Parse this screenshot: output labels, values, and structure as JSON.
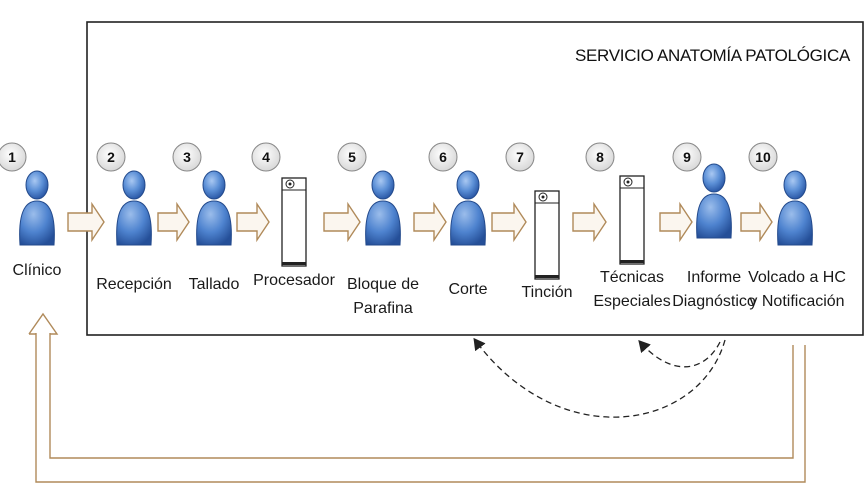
{
  "service_title": "SERVICIO ANATOMÍA PATOLÓGICA",
  "steps": [
    {
      "num": "1",
      "type": "person",
      "label": "Clínico"
    },
    {
      "num": "2",
      "type": "person",
      "label": "Recepción"
    },
    {
      "num": "3",
      "type": "person",
      "label": "Tallado"
    },
    {
      "num": "4",
      "type": "machine",
      "label": "Procesador"
    },
    {
      "num": "5",
      "type": "person",
      "label": "Bloque de\nParafina"
    },
    {
      "num": "6",
      "type": "person",
      "label": "Corte"
    },
    {
      "num": "7",
      "type": "machine",
      "label": "Tinción"
    },
    {
      "num": "8",
      "type": "machine",
      "label": "Técnicas\nEspeciales"
    },
    {
      "num": "9",
      "type": "person",
      "label": "Informe\nDiagnóstico"
    },
    {
      "num": "10",
      "type": "person",
      "label": "Volcado a HC\ny Notificación"
    }
  ],
  "colors": {
    "person_fill": "#5b8fd6",
    "person_dark": "#2c5aa8",
    "badge_fill": "#e6e6e6",
    "flow_arrow": "#b08a5a",
    "border": "#222222"
  }
}
